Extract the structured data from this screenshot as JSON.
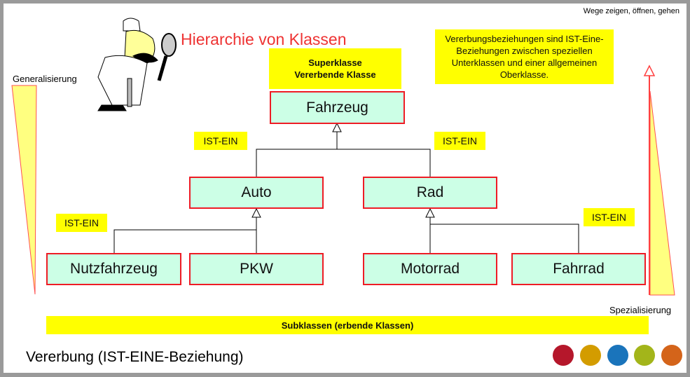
{
  "header": {
    "nav_link": "Wege zeigen, öffnen, gehen"
  },
  "title": "Hierarchie von Klassen",
  "footer_title": "Vererbung (IST-EINE-Beziehung)",
  "superclass_note": {
    "line1": "Superklasse",
    "line2": "Vererbende Klasse"
  },
  "info_note": "Vererbungsbeziehungen sind IST-Eine-Beziehungen zwischen speziellen Unterklassen und einer allgemeinen Oberklasse.",
  "subclass_bar": "Subklassen (erbende Klassen)",
  "axis_labels": {
    "left": "Generalisierung",
    "right": "Spezialisierung"
  },
  "relation_label": "IST-EIN",
  "classes": {
    "root": "Fahrzeug",
    "auto": "Auto",
    "rad": "Rad",
    "nutzfahrzeug": "Nutzfahrzeug",
    "pkw": "PKW",
    "motorrad": "Motorrad",
    "fahrrad": "Fahrrad"
  },
  "nav_dots": [
    "#b5172b",
    "#d39c00",
    "#1a74bb",
    "#a3b51a",
    "#d4641a"
  ],
  "colors": {
    "class_fill": "#ccffe6",
    "class_border": "#ee1c25",
    "highlight": "#ffff00",
    "title": "#ee3333"
  }
}
